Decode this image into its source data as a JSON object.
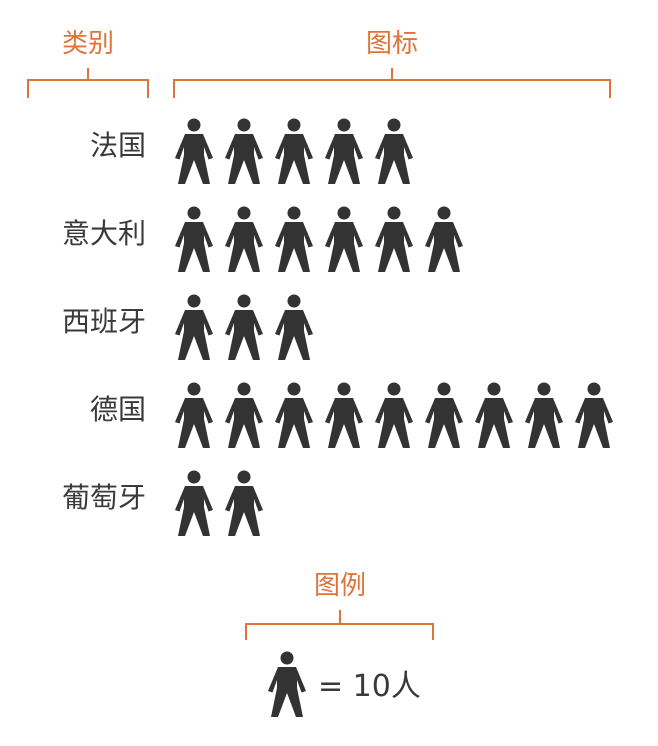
{
  "headers": {
    "category": "类别",
    "icon": "图标"
  },
  "legend": {
    "title": "图例",
    "equals_text": "= 10人",
    "unit_value": 10,
    "icon": "person-icon"
  },
  "colors": {
    "accent": "#e0733a",
    "icon": "#333333",
    "text": "#3a3a3a"
  },
  "chart_data": {
    "type": "pictograph",
    "unit": "人",
    "icon_value": 10,
    "categories": [
      "法国",
      "意大利",
      "西班牙",
      "德国",
      "葡萄牙"
    ],
    "icon_counts": [
      5,
      6,
      3,
      9,
      2
    ],
    "values": [
      50,
      60,
      30,
      90,
      20
    ]
  }
}
